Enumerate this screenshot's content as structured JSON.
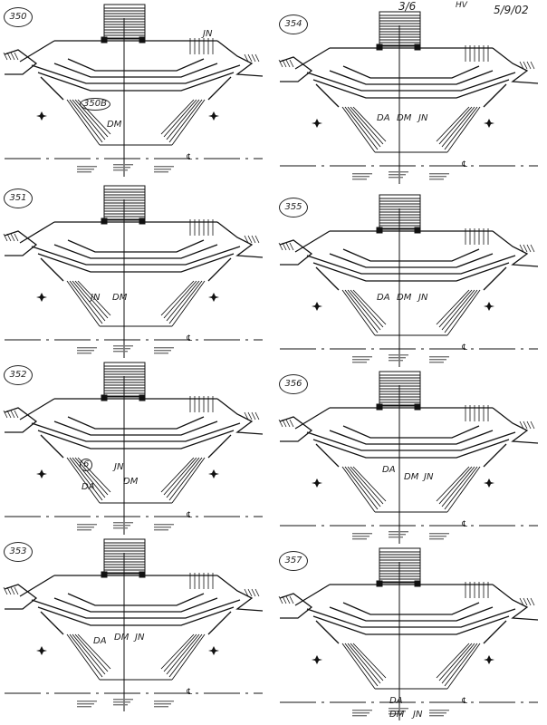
{
  "header": {
    "scene": "3/6",
    "initials": "HV",
    "date": "5/9/02"
  },
  "centerline_label": "℄",
  "panels": [
    {
      "number": "350",
      "notes": [
        "350B",
        "DM",
        "JN"
      ]
    },
    {
      "number": "354",
      "notes": [
        "DA",
        "DM",
        "JN"
      ]
    },
    {
      "number": "351",
      "notes": [
        "JN",
        "DM"
      ]
    },
    {
      "number": "355",
      "notes": [
        "DA",
        "DM",
        "JN"
      ]
    },
    {
      "number": "352",
      "notes": [
        "6",
        "JN",
        "DM",
        "DA"
      ]
    },
    {
      "number": "356",
      "notes": [
        "DA",
        "DM",
        "JN"
      ]
    },
    {
      "number": "353",
      "notes": [
        "DA",
        "DM",
        "JN"
      ]
    },
    {
      "number": "357",
      "notes": [
        "DA",
        "DM",
        "JN"
      ]
    }
  ]
}
